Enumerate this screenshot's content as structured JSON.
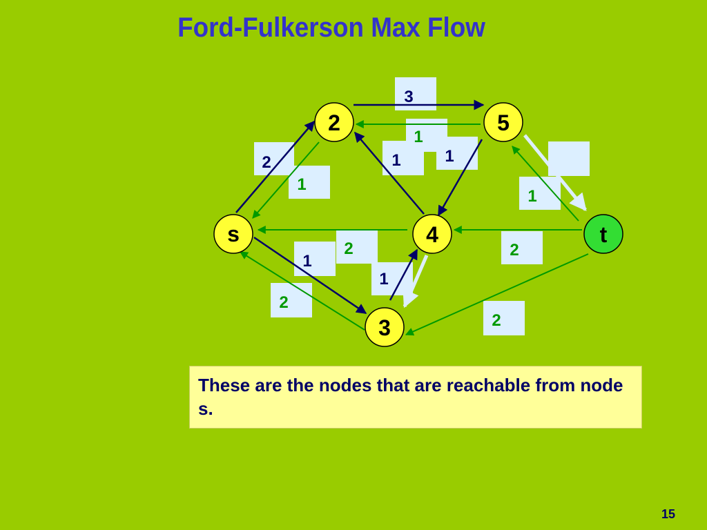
{
  "title": "Ford-Fulkerson Max Flow",
  "nodes": [
    {
      "id": "2",
      "label": "2",
      "color": "#ffff33"
    },
    {
      "id": "5",
      "label": "5",
      "color": "#ffff33"
    },
    {
      "id": "s",
      "label": "s",
      "color": "#ffff33"
    },
    {
      "id": "4",
      "label": "4",
      "color": "#ffff33"
    },
    {
      "id": "t",
      "label": "t",
      "color": "#33dd33"
    },
    {
      "id": "3",
      "label": "3",
      "color": "#ffff33"
    }
  ],
  "residual_capacities": [
    {
      "from": "2",
      "to": "5",
      "value": "3",
      "color": "dark"
    },
    {
      "from": "5",
      "to": "2",
      "value": "1",
      "color": "green"
    },
    {
      "from": "4",
      "to": "2",
      "value": "1",
      "color": "dark"
    },
    {
      "from": "5",
      "to": "4",
      "value": "1",
      "color": "dark"
    },
    {
      "from": "s",
      "to": "2",
      "value": "2",
      "color": "dark"
    },
    {
      "from": "2",
      "to": "s",
      "value": "1",
      "color": "green"
    },
    {
      "from": "t",
      "to": "5",
      "value": "1",
      "color": "green"
    },
    {
      "from": "4",
      "to": "s",
      "value": "2",
      "color": "green"
    },
    {
      "from": "t",
      "to": "4",
      "value": "2",
      "color": "green"
    },
    {
      "from": "s",
      "to": "3",
      "value": "1",
      "color": "dark"
    },
    {
      "from": "3",
      "to": "4",
      "value": "1",
      "color": "dark"
    },
    {
      "from": "3",
      "to": "s",
      "value": "2",
      "color": "green"
    },
    {
      "from": "t",
      "to": "3",
      "value": "2",
      "color": "green"
    }
  ],
  "colors": {
    "background": "#99cc00",
    "dark_edge": "#000066",
    "green_edge": "#009900",
    "highlight": "#ddeeff"
  },
  "note": "These are the nodes that are reachable from node s.",
  "page_number": "15"
}
